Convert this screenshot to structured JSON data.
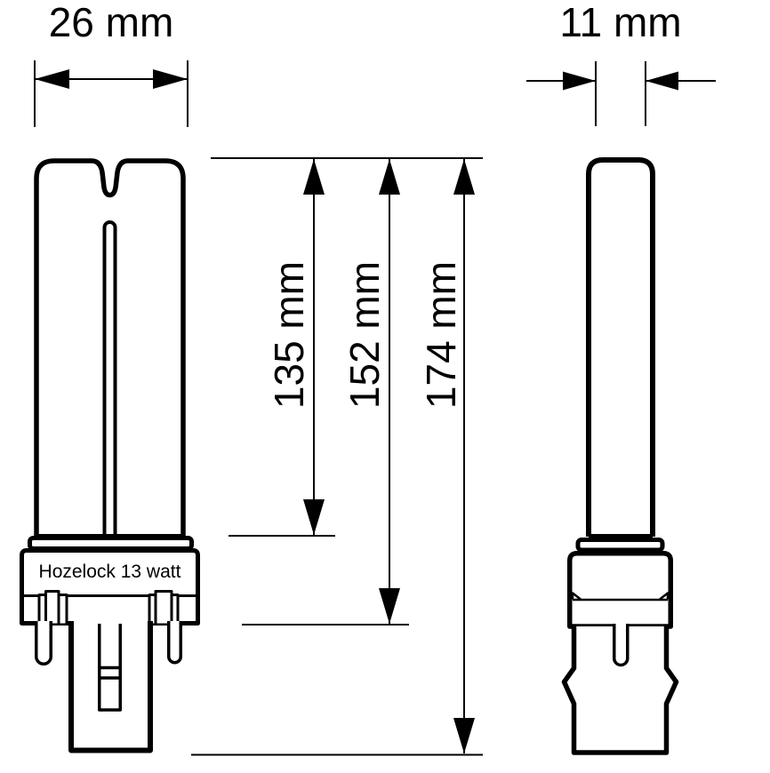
{
  "drawing": {
    "front_width_label": "26 mm",
    "side_width_label": "11 mm",
    "length_labels": [
      "135 mm",
      "152 mm",
      "174 mm"
    ],
    "lamp_text": "Hozelock 13 watt",
    "colors": {
      "line": "#000000",
      "background": "#ffffff"
    }
  }
}
